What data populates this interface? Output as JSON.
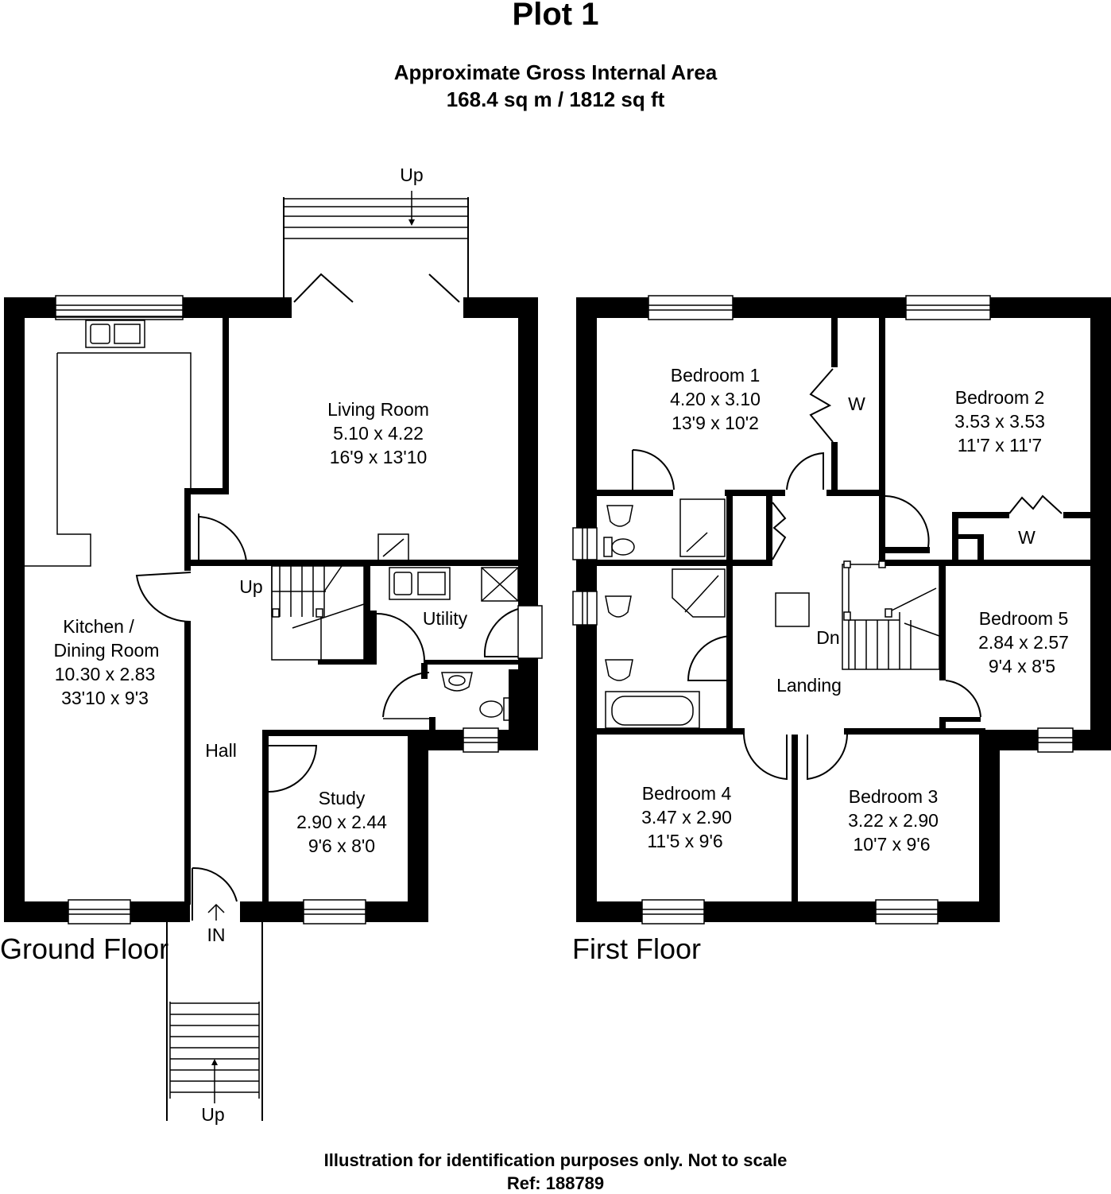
{
  "header": {
    "title": "Plot 1",
    "area_label": "Approximate Gross Internal Area",
    "area_value": "168.4 sq m / 1812 sq ft"
  },
  "ground_floor": {
    "label": "Ground Floor",
    "rooms": {
      "living": {
        "name": "Living Room",
        "metric": "5.10 x 4.22",
        "imperial": "16'9 x 13'10"
      },
      "kitchen": {
        "name1": "Kitchen /",
        "name2": "Dining Room",
        "metric": "10.30 x 2.83",
        "imperial": "33'10 x 9'3"
      },
      "utility": {
        "name": "Utility"
      },
      "hall": {
        "name": "Hall"
      },
      "study": {
        "name": "Study",
        "metric": "2.90 x 2.44",
        "imperial": "9'6 x 8'0"
      }
    },
    "stair_up": "Up",
    "deck_up": "Up",
    "steps_up": "Up",
    "entrance": "IN"
  },
  "first_floor": {
    "label": "First Floor",
    "rooms": {
      "bed1": {
        "name": "Bedroom 1",
        "metric": "4.20 x 3.10",
        "imperial": "13'9 x 10'2"
      },
      "bed2": {
        "name": "Bedroom 2",
        "metric": "3.53 x 3.53",
        "imperial": "11'7 x 11'7"
      },
      "bed3": {
        "name": "Bedroom 3",
        "metric": "3.22 x 2.90",
        "imperial": "10'7 x 9'6"
      },
      "bed4": {
        "name": "Bedroom 4",
        "metric": "3.47 x 2.90",
        "imperial": "11'5 x 9'6"
      },
      "bed5": {
        "name": "Bedroom 5",
        "metric": "2.84 x 2.57",
        "imperial": "9'4 x 8'5"
      },
      "landing": {
        "name": "Landing"
      },
      "wardrobe1": "W",
      "wardrobe2": "W"
    },
    "stair_dn": "Dn"
  },
  "footer": {
    "disclaimer": "Illustration for identification purposes only. Not to scale",
    "ref": "Ref: 188789"
  }
}
